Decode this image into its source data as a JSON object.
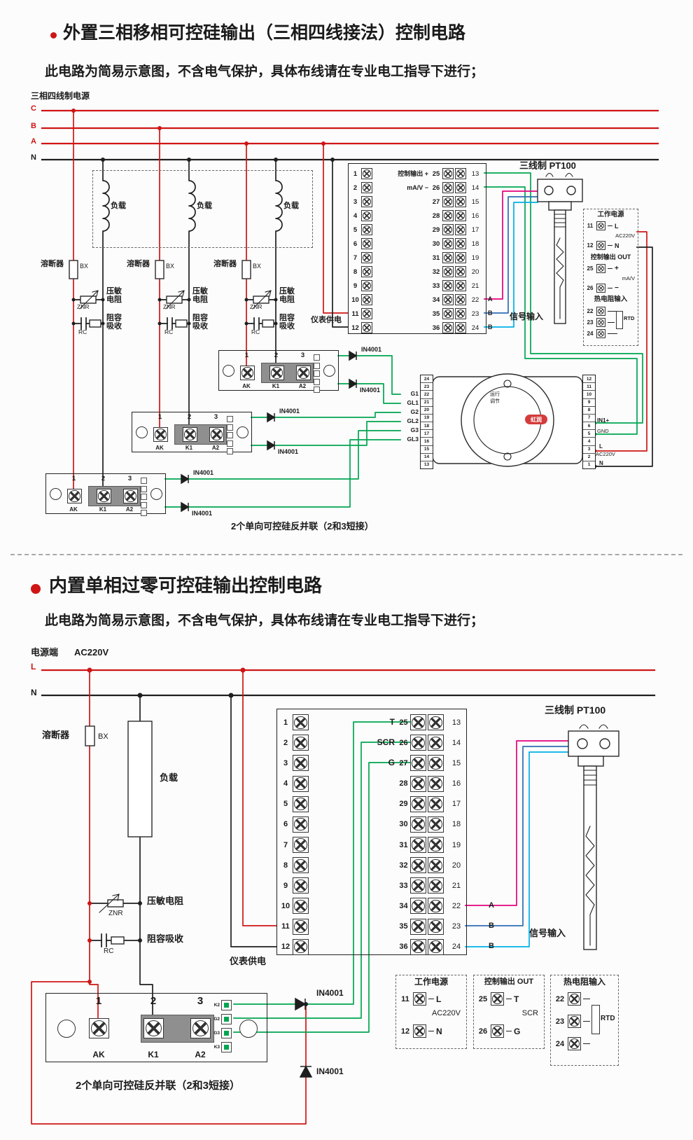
{
  "colors": {
    "red": "#cf1515",
    "dark": "#1f1f1f",
    "green": "#00a551",
    "magenta": "#e5007e",
    "blue": "#2e6db4",
    "cyan": "#00b0e6",
    "logo_red": "#d43c3c"
  },
  "s1": {
    "title": "外置三相移相可控硅输出（三相四线接法）控制电路",
    "subtitle": "此电路为简易示意图，不含电气保护，具体布线请在专业电工指导下进行；",
    "power_label": "三相四线制电源",
    "phases": [
      "C",
      "B",
      "A",
      "N"
    ],
    "load_label": "负载",
    "fuse_label": "溶断器",
    "fuse_code": "BX",
    "znr_label": "压敏电阻",
    "znr_code": "ZNR",
    "rc_label": "阻容吸收",
    "rc_code": "RC",
    "diode_label": "IN4001",
    "note": "2个单向可控硅反并联（2和3短接）",
    "module": {
      "terminals": [
        "1",
        "2",
        "3"
      ],
      "pins": [
        "AK",
        "K1",
        "A2"
      ]
    },
    "block": {
      "left": [
        "1",
        "2",
        "3",
        "4",
        "5",
        "6",
        "7",
        "8",
        "9",
        "10",
        "11",
        "12"
      ],
      "mid": [
        "25",
        "26",
        "27",
        "28",
        "29",
        "30",
        "31",
        "32",
        "33",
        "34",
        "35",
        "36"
      ],
      "right": [
        "13",
        "14",
        "15",
        "16",
        "17",
        "18",
        "19",
        "20",
        "21",
        "22",
        "23",
        "24"
      ],
      "ctrl_out": "控制输出",
      "plus": "+",
      "mav": "mA/V",
      "minus": "−",
      "meter": "仪表供电",
      "signal": "信号输入",
      "abb": [
        "A",
        "B",
        "B"
      ]
    },
    "pt100": "三线制 PT100",
    "gates": [
      "G1",
      "GL1",
      "G2",
      "GL2",
      "G3",
      "GL3"
    ],
    "controller": {
      "left_nums": [
        "24",
        "23",
        "22",
        "21",
        "20",
        "19",
        "18",
        "17",
        "16",
        "15",
        "14",
        "13"
      ],
      "right_nums": [
        "12",
        "11",
        "10",
        "9",
        "8",
        "7",
        "6",
        "5",
        "4",
        "3",
        "2",
        "1"
      ],
      "in1": "IN1+",
      "gnd": "GND",
      "l": "L",
      "ac": "AC220V",
      "n": "N",
      "run": "运行",
      "adj": "调节",
      "logo": "虹润"
    },
    "sidebox": {
      "work_title": "工作电源",
      "rows_work": [
        {
          "num": "11",
          "tag": "L"
        },
        {
          "num": "12",
          "tag": "N"
        }
      ],
      "work_mid": "AC220V",
      "ctrl_title": "控制输出 OUT",
      "rows_ctrl": [
        {
          "num": "25",
          "tag": "+"
        },
        {
          "num": "26",
          "tag": "−"
        }
      ],
      "ctrl_mid": "mA/V",
      "rtd_title": "热电阻输入",
      "rtd_nums": [
        "22",
        "23",
        "24"
      ],
      "rtd_tag": "RTD"
    }
  },
  "s2": {
    "title": "内置单相过零可控硅输出控制电路",
    "subtitle": "此电路为简易示意图，不含电气保护，具体布线请在专业电工指导下进行；",
    "source_label": "电源端",
    "source_volt": "AC220V",
    "line_l": "L",
    "line_n": "N",
    "fuse_label": "溶断器",
    "fuse_code": "BX",
    "load_label": "负载",
    "znr_label": "压敏电阻",
    "znr_code": "ZNR",
    "rc_label": "阻容吸收",
    "rc_code": "RC",
    "diode_label": "IN4001",
    "meter": "仪表供电",
    "signal": "信号输入",
    "note": "2个单向可控硅反并联（2和3短接）",
    "pt100": "三线制 PT100",
    "block": {
      "left": [
        "1",
        "2",
        "3",
        "4",
        "5",
        "6",
        "7",
        "8",
        "9",
        "10",
        "11",
        "12"
      ],
      "mid": [
        "25",
        "26",
        "27",
        "28",
        "29",
        "30",
        "31",
        "32",
        "33",
        "34",
        "35",
        "36"
      ],
      "right": [
        "13",
        "14",
        "15",
        "16",
        "17",
        "18",
        "19",
        "20",
        "21",
        "22",
        "23",
        "24"
      ],
      "tags": [
        "T",
        "SCR",
        "G"
      ],
      "abb": [
        "A",
        "B",
        "B"
      ]
    },
    "module": {
      "terminals": [
        "1",
        "2",
        "3"
      ],
      "pins": [
        "AK",
        "K1",
        "A2"
      ],
      "strip": [
        "K2",
        "G2",
        "G3",
        "K3"
      ]
    },
    "boxes": {
      "work_title": "工作电源",
      "rows_work": [
        {
          "num": "11",
          "tag": "L"
        },
        {
          "num": "12",
          "tag": "N"
        }
      ],
      "work_mid": "AC220V",
      "ctrl_title": "控制输出 OUT",
      "rows_ctrl": [
        {
          "num": "25",
          "tag": "T"
        },
        {
          "num": "26",
          "tag": "G"
        }
      ],
      "ctrl_mid": "SCR",
      "rtd_title": "热电阻输入",
      "rtd_nums": [
        "22",
        "23",
        "24"
      ],
      "rtd_tag": "RTD"
    }
  }
}
